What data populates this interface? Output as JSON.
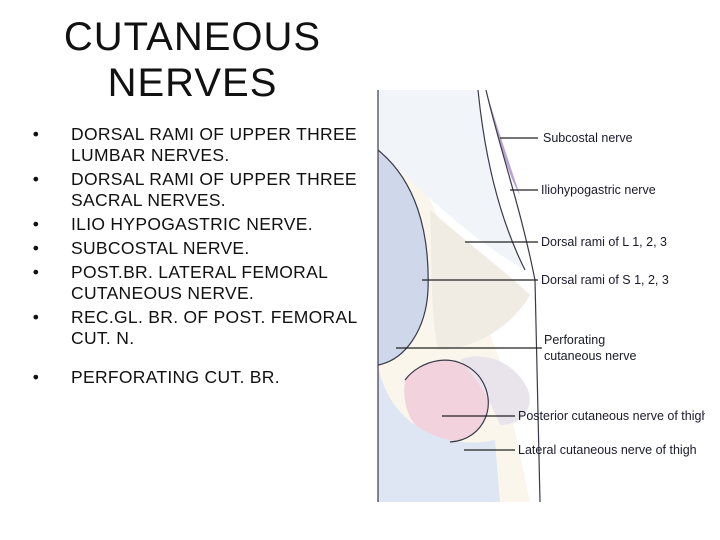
{
  "slide": {
    "title": "CUTANEOUS NERVES",
    "title_lines": [
      "CUTANEOUS",
      "NERVES"
    ],
    "bullets": [
      "DORSAL RAMI OF UPPER THREE LUMBAR NERVES.",
      "DORSAL RAMI OF UPPER THREE SACRAL NERVES.",
      "ILIO HYPOGASTRIC NERVE.",
      "SUBCOSTAL NERVE.",
      "POST.BR. LATERAL FEMORAL CUTANEOUS NERVE.",
      "REC.GL.  BR. OF POST. FEMORAL CUT. N.",
      "PERFORATING CUT. BR."
    ],
    "bullet_symbol": "•"
  },
  "figure": {
    "labels": {
      "subcostal": "Subcostal nerve",
      "iliohypogastric": "Iliohypogastric nerve",
      "dorsal_lumbar": "Dorsal rami of L 1, 2, 3",
      "dorsal_sacral": "Dorsal rami of S 1, 2, 3",
      "perforating_1": "Perforating",
      "perforating_2": "cutaneous nerve",
      "posterior": "Posterior cutaneous nerve of thigh",
      "lateral": "Lateral cutaneous nerve of thigh"
    },
    "colors": {
      "subcostal": "#b8a3d3",
      "dorsal_lumbar": "#f1f5f9",
      "dorsal_sacral": "#f0ece4",
      "buttock_blue": "#cfd7ea",
      "posterior_pink": "#f2d2dc",
      "perforating": "#e9e4ec",
      "lateral": "#fbf6ec",
      "thigh_blue": "#dfe6f3",
      "outline": "#3a3a4a"
    }
  }
}
